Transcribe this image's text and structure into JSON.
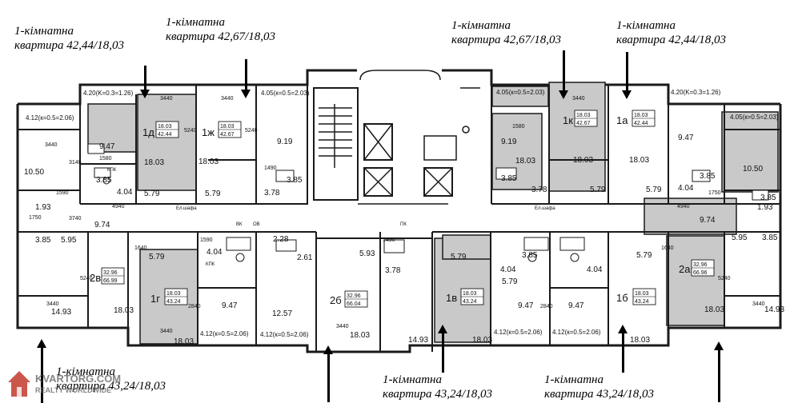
{
  "captions": [
    {
      "id": "c1",
      "line1": "1-кімнатна",
      "line2": "квартира 42,44/18,03"
    },
    {
      "id": "c2",
      "line1": "1-кімнатна",
      "line2": "квартира 42,67/18,03"
    },
    {
      "id": "c3",
      "line1": "1-кімнатна",
      "line2": "квартира 42,67/18,03"
    },
    {
      "id": "c4",
      "line1": "1-кімнатна",
      "line2": "квартира 42,44/18,03"
    },
    {
      "id": "c5",
      "line1": "1-кімнатна",
      "line2": "квартира 43,24/18,03"
    },
    {
      "id": "c6",
      "line1": "1-кімнатна",
      "line2": "квартира 43,24/18,03"
    },
    {
      "id": "c7",
      "line1": "1-кімнатна",
      "line2": "квартира 43,24/18,03"
    }
  ],
  "units": [
    {
      "id": "1д",
      "code": "1д",
      "living": "18.03",
      "total": "42.44"
    },
    {
      "id": "1ж",
      "code": "1ж",
      "living": "18.03",
      "total": "42.67"
    },
    {
      "id": "1к",
      "code": "1к",
      "living": "18.03",
      "total": "42.67"
    },
    {
      "id": "1а",
      "code": "1а",
      "living": "18.03",
      "total": "42.44"
    },
    {
      "id": "2в",
      "code": "2в",
      "living": "32.96",
      "total": "66.99"
    },
    {
      "id": "1г",
      "code": "1г",
      "living": "18.03",
      "total": "43.24"
    },
    {
      "id": "2б",
      "code": "2б",
      "living": "32.96",
      "total": "66.04"
    },
    {
      "id": "1в",
      "code": "1в",
      "living": "18.03",
      "total": "43.24"
    },
    {
      "id": "1б",
      "code": "1б",
      "living": "18.03",
      "total": "43.24"
    },
    {
      "id": "2а",
      "code": "2а",
      "living": "32.96",
      "total": "66.96"
    }
  ],
  "room_areas": {
    "a1": "9.47",
    "a2": "10.50",
    "a3": "3.85",
    "a4": "4.04",
    "a5": "5.79",
    "a6": "18.03",
    "a7": "5.79",
    "a8": "9.19",
    "a9": "3.78",
    "a10": "3.85",
    "a11": "1.93",
    "a12": "9.74",
    "a13": "3.85",
    "a14": "5.95",
    "a15": "14.93",
    "a16": "18.03",
    "a17": "5.79",
    "a18": "4.04",
    "a19": "9.47",
    "a20": "18.03",
    "a21": "2.28",
    "a22": "12.57",
    "a23": "2.61",
    "a24": "5.93",
    "a25": "3.78",
    "a26": "18.03",
    "a27": "14.93",
    "a28": "5.79",
    "a29": "4.04",
    "a30": "3.85",
    "a31": "9.47",
    "a32": "18.03",
    "a33": "5.79",
    "a34": "9.47",
    "a35": "18.03",
    "a36": "4.04",
    "a37": "5.79",
    "a38": "18.03",
    "a39": "9.74",
    "a40": "5.95",
    "a41": "3.85",
    "a42": "14.93",
    "a43": "18.03",
    "a44": "9.19",
    "a45": "3.85",
    "a46": "3.78",
    "a47": "18.03",
    "a48": "5.79",
    "a49": "18.03",
    "a50": "9.47",
    "a51": "3.85",
    "a52": "4.04",
    "a53": "5.79",
    "a54": "10.50",
    "a55": "3.85",
    "a56": "1.93",
    "a57": "18.03"
  },
  "balconies": {
    "b1": "4.20(K=0.3=1.26)",
    "b2": "4.05(к=0.5=2.03)",
    "b3": "4.12(к=0.5=2.06)",
    "b4": "4.05(к=0.5=2.03)",
    "b5": "4.20(K=0.3=1.26)",
    "b6": "4.05(к=0.5=2.03)",
    "b7": "4.12(к=0.5=2.06)",
    "b8": "4.12(к=0.5=2.06)",
    "b9": "4.12(к=0.5=2.06)",
    "b10": "4.12(к=0.5=2.06)"
  },
  "dims": {
    "d1": "3440",
    "d2": "3440",
    "d3": "3440",
    "d4": "3440",
    "d5": "3440",
    "d6": "3440",
    "d7": "3440",
    "d8": "3440",
    "d9": "5240",
    "d10": "5240",
    "d11": "5240",
    "d12": "5240",
    "d13": "3140",
    "d14": "3740",
    "d15": "4940",
    "d16": "4940",
    "d17": "1590",
    "d18": "1590",
    "d19": "1750",
    "d20": "1750",
    "d21": "1490",
    "d22": "1490",
    "d23": "2840",
    "d24": "2840",
    "d25": "1640",
    "d26": "1640",
    "d27": "1580",
    "d28": "1580"
  },
  "wall_labels": {
    "w1": "Ел.шафа",
    "w2": "Ел.шафа",
    "w3": "КПК",
    "w4": "КПК",
    "w5": "ВК",
    "w6": "ОВ",
    "w7": "ПК"
  },
  "watermark": {
    "brand": "KVARTORG.COM",
    "tagline": "REALTY WORLDWIDE"
  },
  "colors": {
    "fill": "#c9c9c9",
    "wall": "#1a1a1a",
    "line": "#333333",
    "paper": "#ffffff"
  }
}
